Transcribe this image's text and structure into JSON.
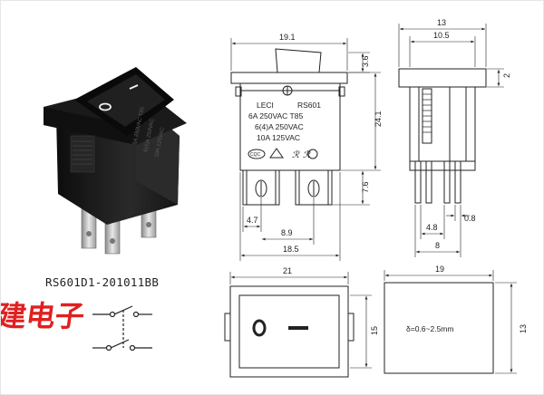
{
  "title": "RS601D1-201011BB",
  "brand": "祥建电子",
  "colors": {
    "brand": "#e02020",
    "line": "#222222",
    "body": "#1c1c1c"
  },
  "marking": {
    "brand": "LECI",
    "model": "RS601",
    "line1": "6A 250VAC T85",
    "line2": "6(4)A 250VAC",
    "line3": "10A 125VAC",
    "cert1": "CQC"
  },
  "dims": {
    "front_top_width": "19.1",
    "front_cap_height": "3.6",
    "front_height": "24.1",
    "front_pin_length": "7.6",
    "front_pin_gap": "4.7",
    "front_pin_span": "8.9",
    "front_total_width": "18.5",
    "side_top_width": "13",
    "side_inner_width": "10.5",
    "side_small": "2",
    "side_pin_thick": "0.8",
    "side_pin_gap": "4.8",
    "side_pin_span": "8",
    "bottom_width": "21",
    "bottom_height": "15",
    "cutout_width": "19",
    "cutout_height": "13",
    "panel_thickness": "δ=0.6~2.5mm"
  }
}
